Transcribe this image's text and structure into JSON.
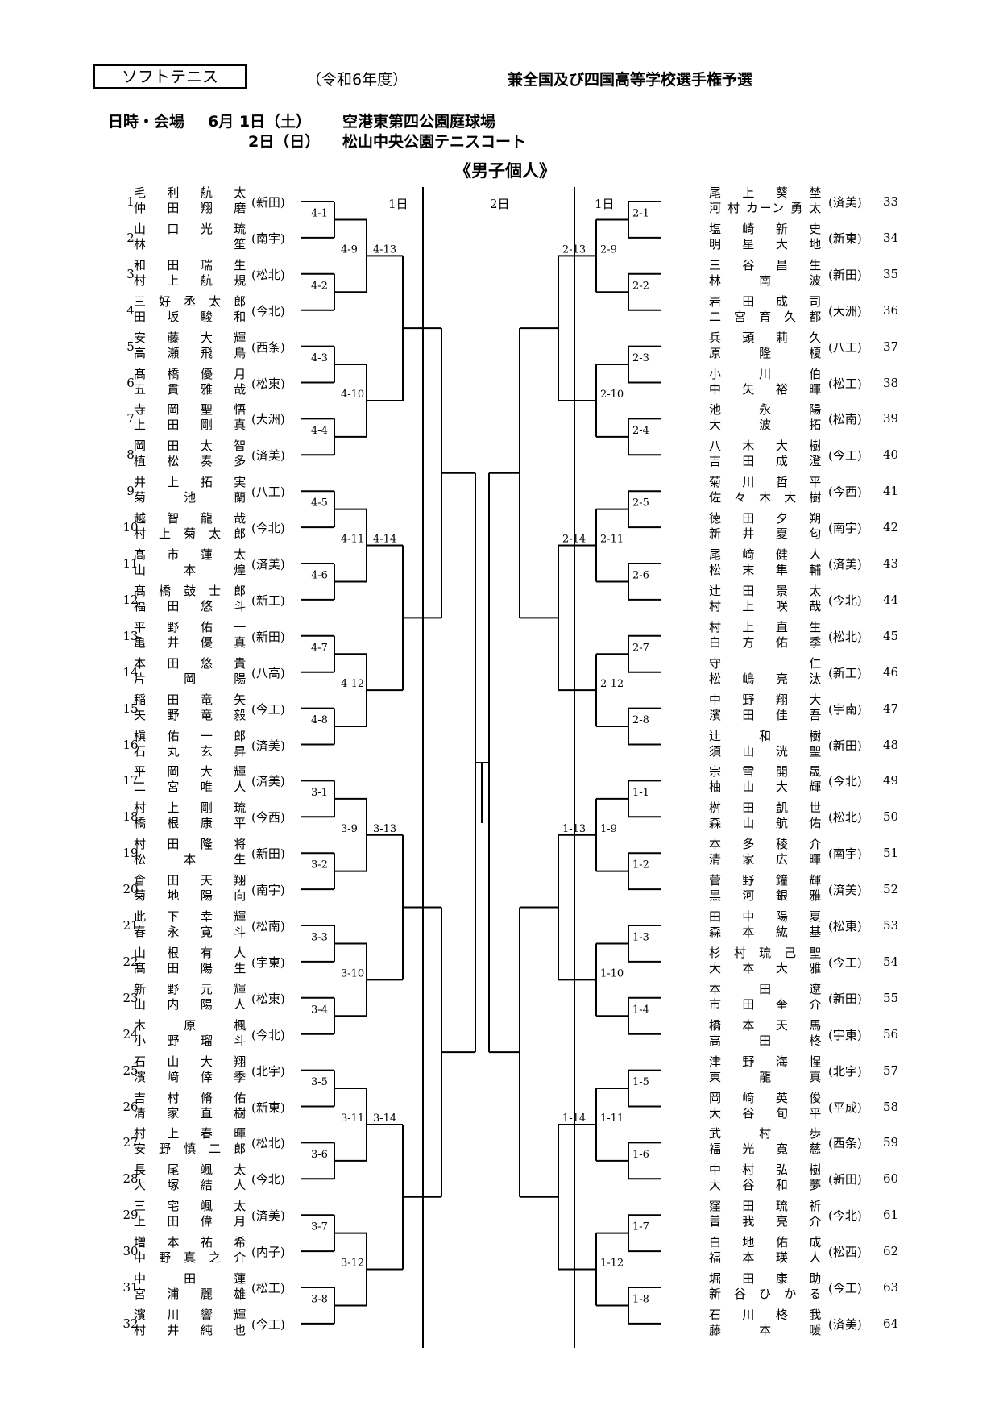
{
  "header": {
    "sport": "ソフトテニス",
    "year": "（令和6年度）",
    "championship": "兼全国及び四国高等学校選手権予選",
    "date_label": "日時・会場",
    "day1_date": "6月 1日（土）",
    "day1_venue": "空港東第四公園庭球場",
    "day2_date": "2日（日）",
    "day2_venue": "松山中央公園テニスコート",
    "event": "《男子個人》",
    "col_day1_left": "1日",
    "col_day2": "2日",
    "col_day1_right": "1日"
  },
  "left_entries": [
    {
      "no": "1",
      "p1": "毛 利 航 太",
      "p2": "仲 田 翔 磨",
      "school": "(新田)"
    },
    {
      "no": "2",
      "p1": "山 口 光 琉",
      "p2": "林 笙",
      "school": "(南宇)"
    },
    {
      "no": "3",
      "p1": "和 田 瑞 生",
      "p2": "村 上 航 規",
      "school": "(松北)"
    },
    {
      "no": "4",
      "p1": "三 好 丞 太 郎",
      "p2": "田 坂 駿 和",
      "school": "(今北)"
    },
    {
      "no": "5",
      "p1": "安 藤 大 輝",
      "p2": "高 瀬 飛 鳥",
      "school": "(西条)"
    },
    {
      "no": "6",
      "p1": "髙 橋 優 月",
      "p2": "五 貫 雅 哉",
      "school": "(松東)"
    },
    {
      "no": "7",
      "p1": "寺 岡 聖 悟",
      "p2": "上 田 剛 真",
      "school": "(大洲)"
    },
    {
      "no": "8",
      "p1": "岡 田 太 智",
      "p2": "植 松 奏 多",
      "school": "(済美)"
    },
    {
      "no": "9",
      "p1": "井 上 拓 実",
      "p2": "菊 池 蘭",
      "school": "(八工)"
    },
    {
      "no": "10",
      "p1": "越 智 龍 哉",
      "p2": "村 上 菊 太 郎",
      "school": "(今北)"
    },
    {
      "no": "11",
      "p1": "髙 市 蓮 太",
      "p2": "山 本 煌",
      "school": "(済美)"
    },
    {
      "no": "12",
      "p1": "髙 橋 鼓 士 郎",
      "p2": "福 田 悠 斗",
      "school": "(新工)"
    },
    {
      "no": "13",
      "p1": "平 野 佑 一",
      "p2": "亀 井 優 真",
      "school": "(新田)"
    },
    {
      "no": "14",
      "p1": "本 田 悠 貴",
      "p2": "片 岡 陽",
      "school": "(八高)"
    },
    {
      "no": "15",
      "p1": "稲 田 竜 矢",
      "p2": "矢 野 竜 毅",
      "school": "(今工)"
    },
    {
      "no": "16",
      "p1": "槇 佑 一 郎",
      "p2": "石 丸 玄 昇",
      "school": "(済美)"
    },
    {
      "no": "17",
      "p1": "平 岡 大 輝",
      "p2": "二 宮 唯 人",
      "school": "(済美)"
    },
    {
      "no": "18",
      "p1": "村 上 剛 琉",
      "p2": "橋 根 康 平",
      "school": "(今西)"
    },
    {
      "no": "19",
      "p1": "村 田 隆 将",
      "p2": "松 本 生",
      "school": "(新田)"
    },
    {
      "no": "20",
      "p1": "倉 田 天 翔",
      "p2": "菊 地 陽 向",
      "school": "(南宇)"
    },
    {
      "no": "21",
      "p1": "此 下 幸 輝",
      "p2": "春 永 寛 斗",
      "school": "(松南)"
    },
    {
      "no": "22",
      "p1": "山 根 有 人",
      "p2": "髙 田 陽 生",
      "school": "(宇東)"
    },
    {
      "no": "23",
      "p1": "新 野 元 輝",
      "p2": "山 内 陽 人",
      "school": "(松東)"
    },
    {
      "no": "24",
      "p1": "木 原 楓",
      "p2": "小 野 瑠 斗",
      "school": "(今北)"
    },
    {
      "no": "25",
      "p1": "石 山 大 翔",
      "p2": "濱 﨑 倖 季",
      "school": "(北宇)"
    },
    {
      "no": "26",
      "p1": "吉 村 脩 佑",
      "p2": "清 家 直 樹",
      "school": "(新東)"
    },
    {
      "no": "27",
      "p1": "村 上 春 暉",
      "p2": "安 野 慎 二 郎",
      "school": "(松北)"
    },
    {
      "no": "28",
      "p1": "長 尾 颯 太",
      "p2": "大 塚 結 人",
      "school": "(今北)"
    },
    {
      "no": "29",
      "p1": "三 宅 颯 太",
      "p2": "上 田 偉 月",
      "school": "(済美)"
    },
    {
      "no": "30",
      "p1": "増 本 祐 希",
      "p2": "中 野 真 之 介",
      "school": "(内子)"
    },
    {
      "no": "31",
      "p1": "中 田 蓮",
      "p2": "宮 浦 麗 雄",
      "school": "(松工)"
    },
    {
      "no": "32",
      "p1": "濱 川 響 輝",
      "p2": "村 井 純 也",
      "school": "(今工)"
    }
  ],
  "right_entries": [
    {
      "no": "33",
      "p1": "尾 上 葵 埜",
      "p2": "河 村 カーン 勇 太",
      "school": "(済美)"
    },
    {
      "no": "34",
      "p1": "塩 崎 新 史",
      "p2": "明 星 大 地",
      "school": "(新東)"
    },
    {
      "no": "35",
      "p1": "三 谷 昌 生",
      "p2": "林 南 波",
      "school": "(新田)"
    },
    {
      "no": "36",
      "p1": "岩 田 成 司",
      "p2": "二 宮 育 久 都",
      "school": "(大洲)"
    },
    {
      "no": "37",
      "p1": "兵 頭 莉 久",
      "p2": "原 隆 榎",
      "school": "(八工)"
    },
    {
      "no": "38",
      "p1": "小 川 伯",
      "p2": "中 矢 裕 暉",
      "school": "(松工)"
    },
    {
      "no": "39",
      "p1": "池 永 陽",
      "p2": "大 波 拓",
      "school": "(松南)"
    },
    {
      "no": "40",
      "p1": "八 木 大 樹",
      "p2": "吉 田 成 澄",
      "school": "(今工)"
    },
    {
      "no": "41",
      "p1": "菊 川 哲 平",
      "p2": "佐 々 木 大 樹",
      "school": "(今西)"
    },
    {
      "no": "42",
      "p1": "徳 田 夕 朔",
      "p2": "新 井 夏 匂",
      "school": "(南宇)"
    },
    {
      "no": "43",
      "p1": "尾 﨑 健 人",
      "p2": "松 末 隼 輔",
      "school": "(済美)"
    },
    {
      "no": "44",
      "p1": "辻 田 景 太",
      "p2": "村 上 咲 哉",
      "school": "(今北)"
    },
    {
      "no": "45",
      "p1": "村 上 直 生",
      "p2": "白 方 佑 季",
      "school": "(松北)"
    },
    {
      "no": "46",
      "p1": "守 仁",
      "p2": "松 嶋 亮 汰",
      "school": "(新工)"
    },
    {
      "no": "47",
      "p1": "中 野 翔 大",
      "p2": "濱 田 佳 吾",
      "school": "(宇南)"
    },
    {
      "no": "48",
      "p1": "辻 和 樹",
      "p2": "須 山 洸 聖",
      "school": "(新田)"
    },
    {
      "no": "49",
      "p1": "宗 雪 開 晟",
      "p2": "柚 山 大 輝",
      "school": "(今北)"
    },
    {
      "no": "50",
      "p1": "桝 田 凱 世",
      "p2": "森 山 航 佑",
      "school": "(松北)"
    },
    {
      "no": "51",
      "p1": "本 多 稜 介",
      "p2": "清 家 広 暉",
      "school": "(南宇)"
    },
    {
      "no": "52",
      "p1": "菅 野 鐘 輝",
      "p2": "黒 河 銀 雅",
      "school": "(済美)"
    },
    {
      "no": "53",
      "p1": "田 中 陽 夏",
      "p2": "森 本 紘 基",
      "school": "(松東)"
    },
    {
      "no": "54",
      "p1": "杉 村 琉 己 聖",
      "p2": "大 本 大 雅",
      "school": "(今工)"
    },
    {
      "no": "55",
      "p1": "本 田 遼",
      "p2": "市 田 奎 介",
      "school": "(新田)"
    },
    {
      "no": "56",
      "p1": "橋 本 天 馬",
      "p2": "高 田 柊",
      "school": "(宇東)"
    },
    {
      "no": "57",
      "p1": "津 野 海 惺",
      "p2": "東 龍 真",
      "school": "(北宇)"
    },
    {
      "no": "58",
      "p1": "岡 﨑 英 俊",
      "p2": "大 谷 旬 平",
      "school": "(平成)"
    },
    {
      "no": "59",
      "p1": "武 村 歩",
      "p2": "福 光 寛 慈",
      "school": "(西条)"
    },
    {
      "no": "60",
      "p1": "中 村 弘 樹",
      "p2": "大 谷 和 夢",
      "school": "(新田)"
    },
    {
      "no": "61",
      "p1": "窪 田 琉 祈",
      "p2": "曽 我 亮 介",
      "school": "(今北)"
    },
    {
      "no": "62",
      "p1": "白 地 佑 成",
      "p2": "福 本 瑛 人",
      "school": "(松西)"
    },
    {
      "no": "63",
      "p1": "堀 田 康 助",
      "p2": "新 谷 ひ か る",
      "school": "(今工)"
    },
    {
      "no": "64",
      "p1": "石 川 柊 我",
      "p2": "藤 本 暖",
      "school": "(済美)"
    }
  ],
  "left_r1_labels": [
    "4-1",
    "4-2",
    "4-3",
    "4-4",
    "4-5",
    "4-6",
    "4-7",
    "4-8",
    "3-1",
    "3-2",
    "3-3",
    "3-4",
    "3-5",
    "3-6",
    "3-7",
    "3-8"
  ],
  "left_r2_labels": [
    "4-9",
    "4-10",
    "4-11",
    "4-12",
    "3-9",
    "3-10",
    "3-11",
    "3-12"
  ],
  "left_r3_labels": [
    "4-13",
    "4-14",
    "3-13",
    "3-14"
  ],
  "right_r1_labels": [
    "2-1",
    "2-2",
    "2-3",
    "2-4",
    "2-5",
    "2-6",
    "2-7",
    "2-8",
    "1-1",
    "1-2",
    "1-3",
    "1-4",
    "1-5",
    "1-6",
    "1-7",
    "1-8"
  ],
  "right_r2_labels": [
    "2-9",
    "2-10",
    "2-11",
    "2-12",
    "1-9",
    "1-10",
    "1-11",
    "1-12"
  ],
  "right_r3_labels": [
    "2-13",
    "2-14",
    "1-13",
    "1-14"
  ]
}
